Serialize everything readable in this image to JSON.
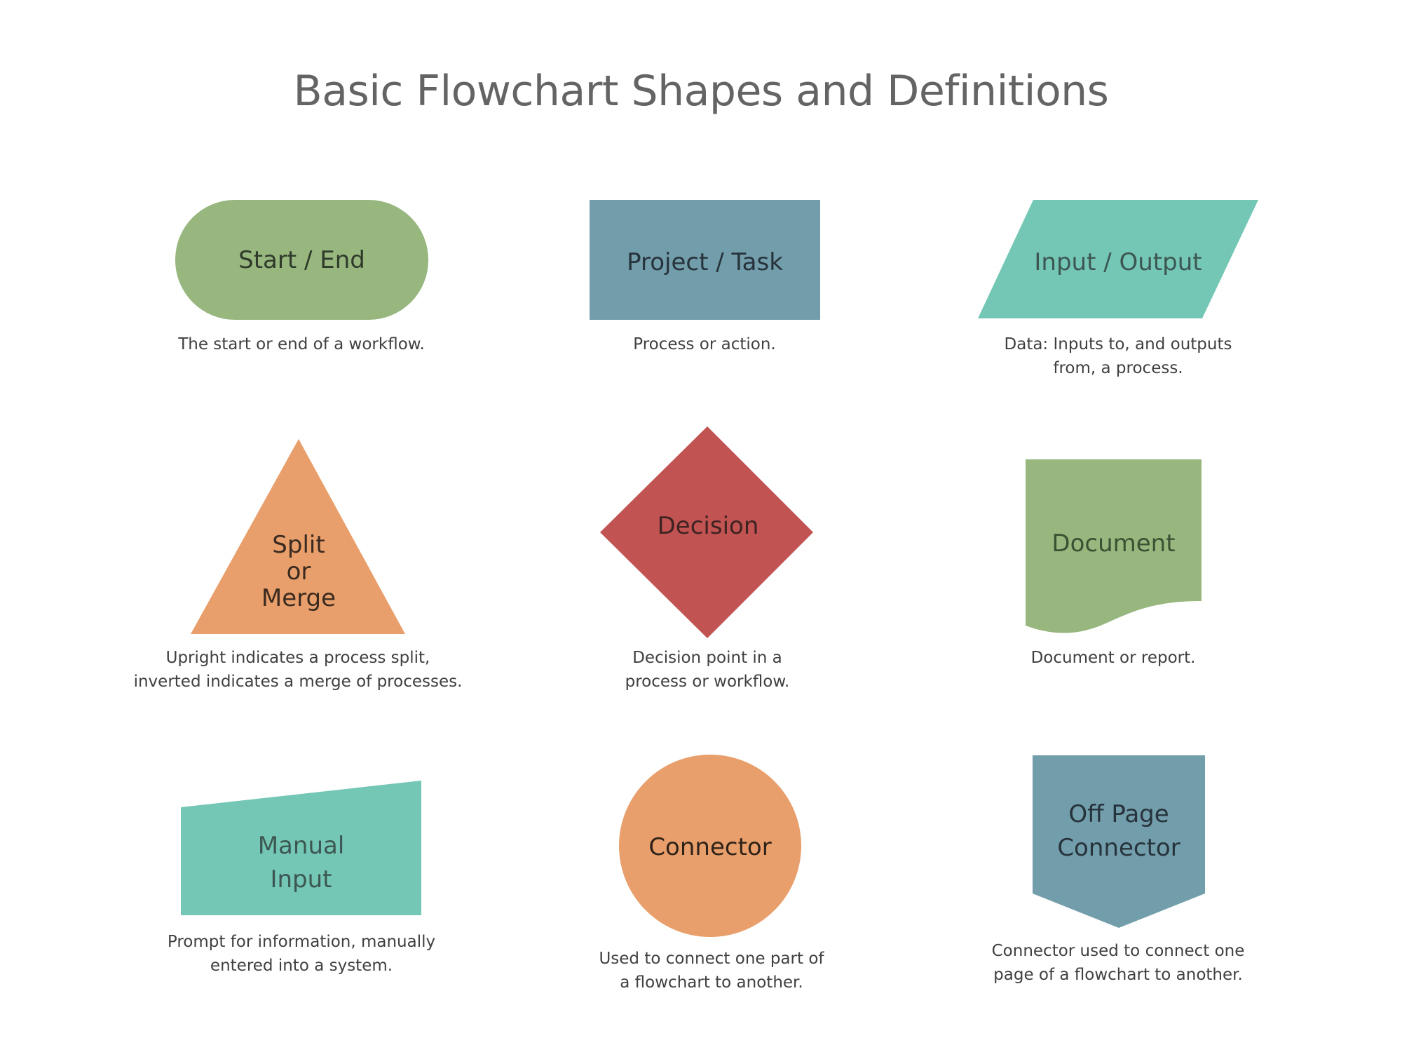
{
  "title": "Basic Flowchart Shapes and Definitions",
  "colors": {
    "green": "#97B77F",
    "slate_blue": "#729DAA",
    "teal": "#75C7B5",
    "orange": "#E89F6B",
    "red": "#C15452",
    "title_text": "#646464",
    "desc_text": "#404040"
  },
  "shapes": [
    {
      "id": "start-end",
      "label_lines": [
        "Start / End"
      ],
      "shape": "terminator",
      "color": "#97B77F",
      "description_lines": [
        "The start or end of a workflow."
      ]
    },
    {
      "id": "project-task",
      "label_lines": [
        "Project / Task"
      ],
      "shape": "rectangle",
      "color": "#729DAA",
      "description_lines": [
        "Process or action."
      ]
    },
    {
      "id": "input-output",
      "label_lines": [
        "Input / Output"
      ],
      "shape": "parallelogram",
      "color": "#75C7B5",
      "description_lines": [
        "Data: Inputs to, and outputs",
        "from, a process."
      ]
    },
    {
      "id": "split-merge",
      "label_lines": [
        "Split",
        "or",
        "Merge"
      ],
      "shape": "triangle",
      "color": "#E89F6B",
      "description_lines": [
        "Upright indicates a process split,",
        "inverted indicates a merge of processes."
      ]
    },
    {
      "id": "decision",
      "label_lines": [
        "Decision"
      ],
      "shape": "diamond",
      "color": "#C15452",
      "description_lines": [
        "Decision point in a",
        "process or workflow."
      ]
    },
    {
      "id": "document",
      "label_lines": [
        "Document"
      ],
      "shape": "document",
      "color": "#97B77F",
      "description_lines": [
        "Document or report."
      ]
    },
    {
      "id": "manual-input",
      "label_lines": [
        "Manual",
        "Input"
      ],
      "shape": "manual-input",
      "color": "#75C7B5",
      "description_lines": [
        "Prompt for information, manually",
        "entered into a system."
      ]
    },
    {
      "id": "connector",
      "label_lines": [
        "Connector"
      ],
      "shape": "circle",
      "color": "#E89F6B",
      "description_lines": [
        "Used to connect one part of",
        "a flowchart to another."
      ]
    },
    {
      "id": "off-page-connector",
      "label_lines": [
        "Off Page",
        "Connector"
      ],
      "shape": "off-page",
      "color": "#729DAA",
      "description_lines": [
        "Connector used to connect one",
        "page of a flowchart to another."
      ]
    }
  ]
}
